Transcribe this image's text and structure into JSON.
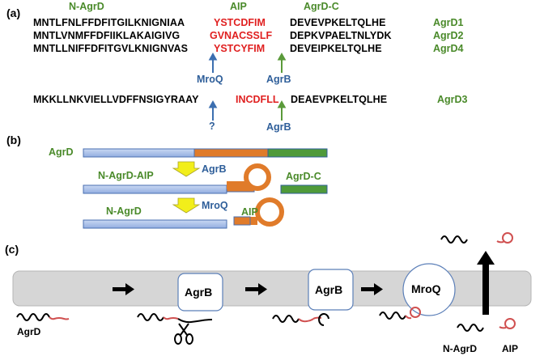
{
  "panels": {
    "a": "(a)",
    "b": "(b)",
    "c": "(c)"
  },
  "panel_a": {
    "headers": {
      "n_agrd": "N-AgrD",
      "aip": "AIP",
      "agrd_c": "AgrD-C"
    },
    "rows": [
      {
        "n": "MNTLFNLFFDFITGILKNIGNIAA",
        "aip": "YSTCDFIM",
        "c": "DEVEVPKELTQLHE",
        "name": "AgrD1"
      },
      {
        "n": "MNTLVNMFFDFIIKLAKAIGIVG",
        "aip": "GVNACSSLF",
        "c": "DEPKVPAELTNLYDK",
        "name": "AgrD2"
      },
      {
        "n": "MNTLLNIFFDFITGVLKNIGNVAS",
        "aip": "YSTCYFIM",
        "c": "DEVEIPKELTQLHE",
        "name": "AgrD4"
      }
    ],
    "row3": {
      "n": "MKKLLNKVIELLVDFFNSIGYRAAY",
      "aip": "INCDFLL",
      "c": "DEAEVPKELTQLHE",
      "name": "AgrD3"
    },
    "cleavers": {
      "mroq": "MroQ",
      "agrb": "AgrB",
      "unknown": "?",
      "agrb2": "AgrB"
    }
  },
  "panel_b": {
    "agrd": "AgrD",
    "n_agrd_aip": "N-AgrD-AIP",
    "agrb": "AgrB",
    "agrd_c": "AgrD-C",
    "mroq": "MroQ",
    "n_agrd": "N-AgrD",
    "aip": "AIP"
  },
  "panel_c": {
    "agrb1": "AgrB",
    "agrb2": "AgrB",
    "mroq": "MroQ",
    "agrd": "AgrD",
    "n_agrd": "N-AgrD",
    "aip": "AIP"
  },
  "colors": {
    "aip_red": "#e02020",
    "agrd_green": "#4a8a2a",
    "enzyme_blue": "#2f5f9a",
    "n_segment": "#a9c0e8",
    "aip_orange": "#e07b2a",
    "c_segment": "#4f9a3a",
    "arrow_yellow": "#f2ee1a",
    "membrane_gray": "#d6d6d6",
    "peptide_red": "#d05050"
  },
  "icons": [
    "up-arrow-icon",
    "down-arrow-icon",
    "right-arrow-icon",
    "scissors-icon",
    "wavy-peptide-icon",
    "ring-peptide-icon"
  ]
}
